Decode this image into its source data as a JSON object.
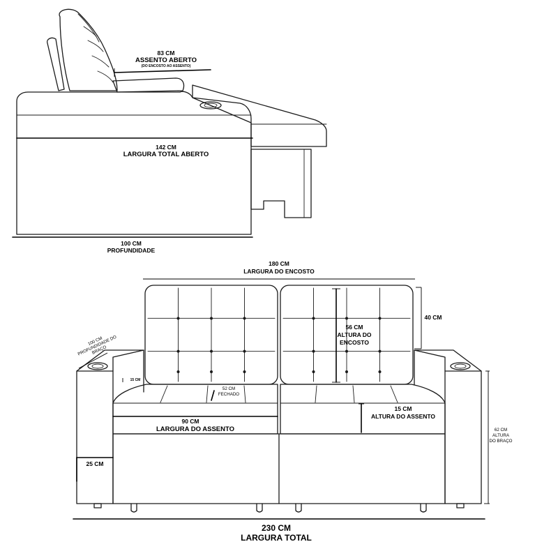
{
  "side_view": {
    "seat_open_depth": {
      "value": "83 CM",
      "label": "ASSENTO ABERTO",
      "note": "(DO ENCOSTO AO ASSENTO)"
    },
    "total_open_width": {
      "value": "142 CM",
      "label": "LARGURA TOTAL ABERTO"
    },
    "depth": {
      "value": "100 CM",
      "label": "PROFUNDIDADE"
    }
  },
  "front_view": {
    "backrest_width": {
      "value": "180 CM",
      "label": "LARGURA DO ENCOSTO"
    },
    "backrest_top": {
      "value": "40 CM"
    },
    "backrest_height": {
      "value": "56 CM",
      "label_line1": "ALTURA DO",
      "label_line2": "ENCOSTO"
    },
    "arm_depth": {
      "value": "100 CM",
      "label_line1": "PROFUNDIDADE DO",
      "label_line2": "BRAÇO"
    },
    "arm_inner_small": {
      "value": "15 CM"
    },
    "seat_closed_depth": {
      "value": "52 CM",
      "label": "FECHADO"
    },
    "seat_width": {
      "value": "90 CM",
      "label": "LARGURA DO ASSENTO"
    },
    "seat_height": {
      "value": "15 CM",
      "label": "ALTURA DO ASSENTO"
    },
    "arm_height": {
      "value": "62 CM",
      "label_line1": "ALTURA",
      "label_line2": "DO BRAÇO"
    },
    "base_height": {
      "value": "25 CM"
    },
    "total_width": {
      "value": "230 CM",
      "label": "LARGURA TOTAL"
    }
  }
}
